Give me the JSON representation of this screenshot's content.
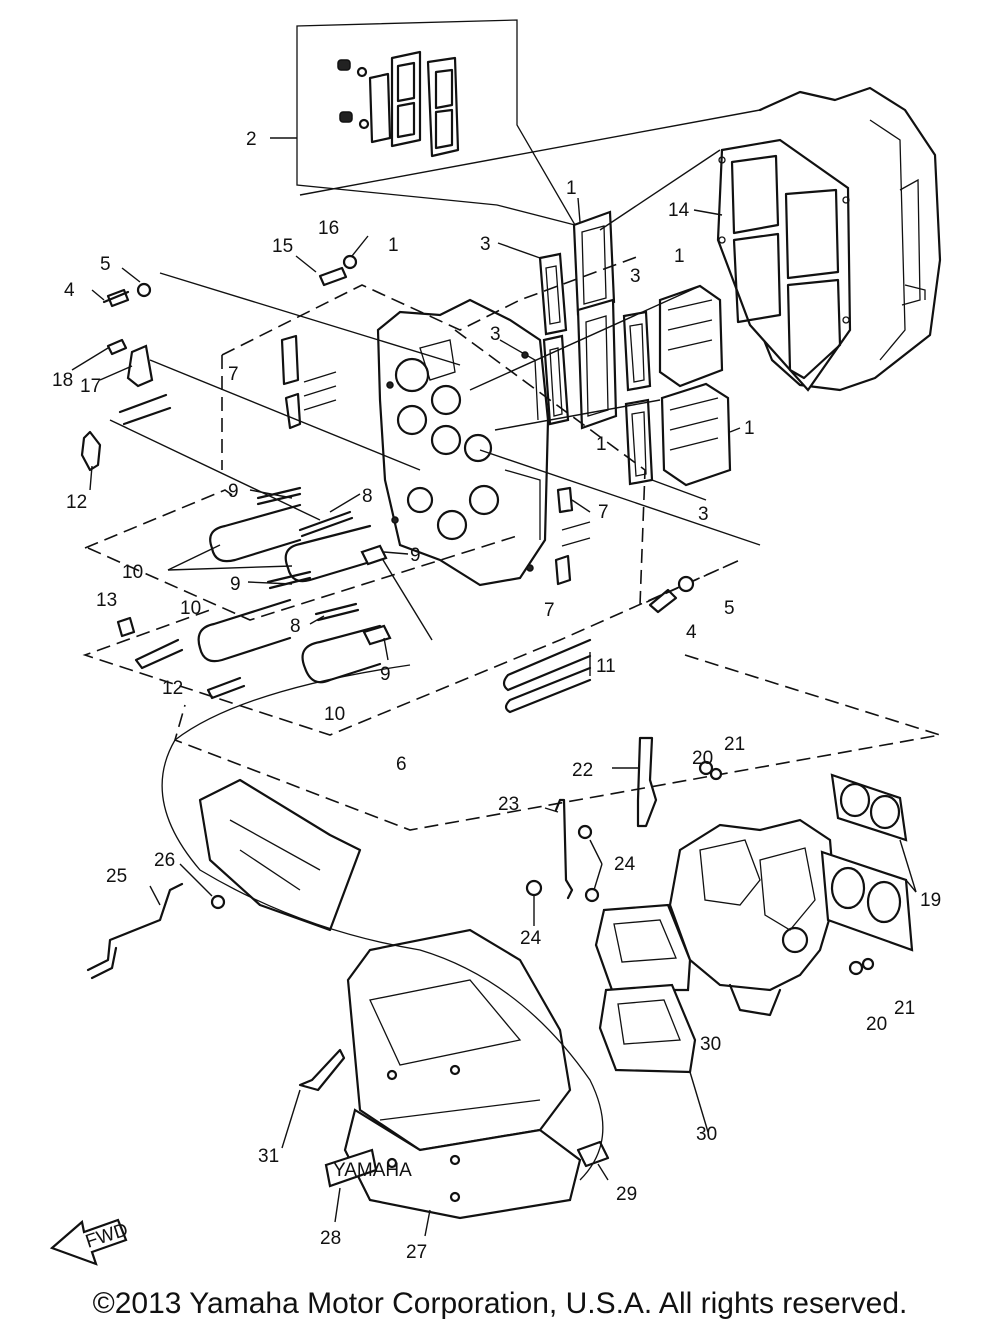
{
  "figure": {
    "callouts": [
      {
        "id": "c1a",
        "text": "1"
      },
      {
        "id": "c1b",
        "text": "1"
      },
      {
        "id": "c1c",
        "text": "1"
      },
      {
        "id": "c1d",
        "text": "1"
      },
      {
        "id": "c1e",
        "text": "1"
      },
      {
        "id": "c2",
        "text": "2"
      },
      {
        "id": "c3a",
        "text": "3"
      },
      {
        "id": "c3b",
        "text": "3"
      },
      {
        "id": "c3c",
        "text": "3"
      },
      {
        "id": "c3d",
        "text": "3"
      },
      {
        "id": "c4a",
        "text": "4"
      },
      {
        "id": "c4b",
        "text": "4"
      },
      {
        "id": "c5a",
        "text": "5"
      },
      {
        "id": "c5b",
        "text": "5"
      },
      {
        "id": "c6",
        "text": "6"
      },
      {
        "id": "c7a",
        "text": "7"
      },
      {
        "id": "c7b",
        "text": "7"
      },
      {
        "id": "c7c",
        "text": "7"
      },
      {
        "id": "c8a",
        "text": "8"
      },
      {
        "id": "c8b",
        "text": "8"
      },
      {
        "id": "c9a",
        "text": "9"
      },
      {
        "id": "c9b",
        "text": "9"
      },
      {
        "id": "c9c",
        "text": "9"
      },
      {
        "id": "c9d",
        "text": "9"
      },
      {
        "id": "c10a",
        "text": "10"
      },
      {
        "id": "c10b",
        "text": "10"
      },
      {
        "id": "c10c",
        "text": "10"
      },
      {
        "id": "c11",
        "text": "11"
      },
      {
        "id": "c12a",
        "text": "12"
      },
      {
        "id": "c12b",
        "text": "12"
      },
      {
        "id": "c13",
        "text": "13"
      },
      {
        "id": "c14",
        "text": "14"
      },
      {
        "id": "c15",
        "text": "15"
      },
      {
        "id": "c16",
        "text": "16"
      },
      {
        "id": "c17",
        "text": "17"
      },
      {
        "id": "c18",
        "text": "18"
      },
      {
        "id": "c19",
        "text": "19"
      },
      {
        "id": "c20a",
        "text": "20"
      },
      {
        "id": "c20b",
        "text": "20"
      },
      {
        "id": "c21a",
        "text": "21"
      },
      {
        "id": "c21b",
        "text": "21"
      },
      {
        "id": "c22",
        "text": "22"
      },
      {
        "id": "c23",
        "text": "23"
      },
      {
        "id": "c24a",
        "text": "24"
      },
      {
        "id": "c24b",
        "text": "24"
      },
      {
        "id": "c25",
        "text": "25"
      },
      {
        "id": "c26",
        "text": "26"
      },
      {
        "id": "c27",
        "text": "27"
      },
      {
        "id": "c28",
        "text": "28"
      },
      {
        "id": "c29",
        "text": "29"
      },
      {
        "id": "c30a",
        "text": "30"
      },
      {
        "id": "c30b",
        "text": "30"
      },
      {
        "id": "c31",
        "text": "31"
      }
    ],
    "fwd_label": "FWD",
    "emblem_label": "YAMAHA"
  },
  "copyright": "©2013 Yamaha Motor Corporation, U.S.A. All rights reserved."
}
